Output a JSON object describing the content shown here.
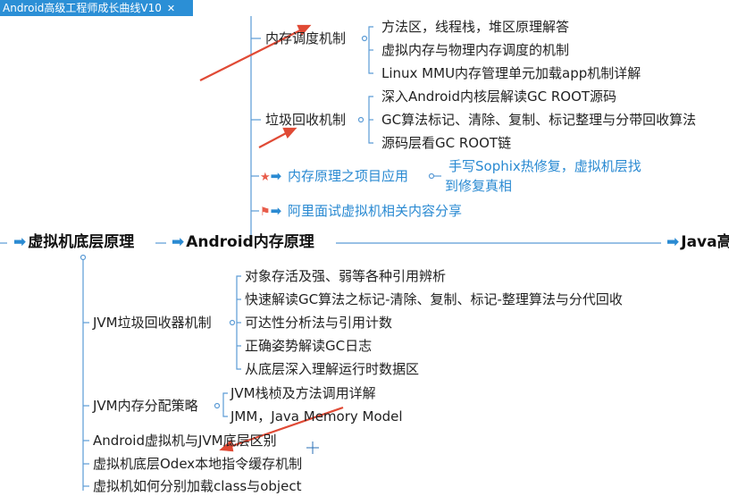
{
  "tab": {
    "title": "Android高级工程师成长曲线V10",
    "close": "✕"
  },
  "top_section": {
    "memory_scheduling": {
      "label": "内存调度机制",
      "items": [
        "方法区，线程栈，堆区原理解答",
        "虚拟内存与物理内存调度的机制",
        "Linux  MMU内存管理单元加载app机制详解"
      ]
    },
    "gc": {
      "label": "垃圾回收机制",
      "items": [
        "深入Android内核层解读GC ROOT源码",
        "GC算法标记、清除、复制、标记整理与分带回收算法",
        "源码层看GC ROOT链"
      ]
    },
    "project_app": {
      "label": "内存原理之项目应用",
      "child": [
        "手写Sophix热修复，虚拟机层找",
        "到修复真相"
      ]
    },
    "interview": {
      "label": "阿里面试虚拟机相关内容分享"
    }
  },
  "main_branch": {
    "vm_bottom": "虚拟机底层原理",
    "android_memory": "Android内存原理",
    "java_cut": "Java高"
  },
  "bottom_section": {
    "jvm_gc": {
      "label": "JVM垃圾回收器机制",
      "items": [
        "对象存活及强、弱等各种引用辨析",
        "快速解读GC算法之标记-清除、复制、标记-整理算法与分代回收",
        "可达性分析法与引用计数",
        "正确姿势解读GC日志",
        "从底层深入理解运行时数据区"
      ]
    },
    "jvm_alloc": {
      "label": "JVM内存分配策略",
      "items": [
        "JVM栈桢及方法调用详解",
        "JMM，Java Memory Model"
      ]
    },
    "others": [
      "Android虚拟机与JVM底层区别",
      "虚拟机底层Odex本地指令缓存机制",
      "虚拟机如何分别加载class与object"
    ]
  },
  "colors": {
    "tab": "#2b8fd6",
    "link": "#2a8ad2",
    "annotation": "#e04a35",
    "line": "#5b9bd5"
  }
}
